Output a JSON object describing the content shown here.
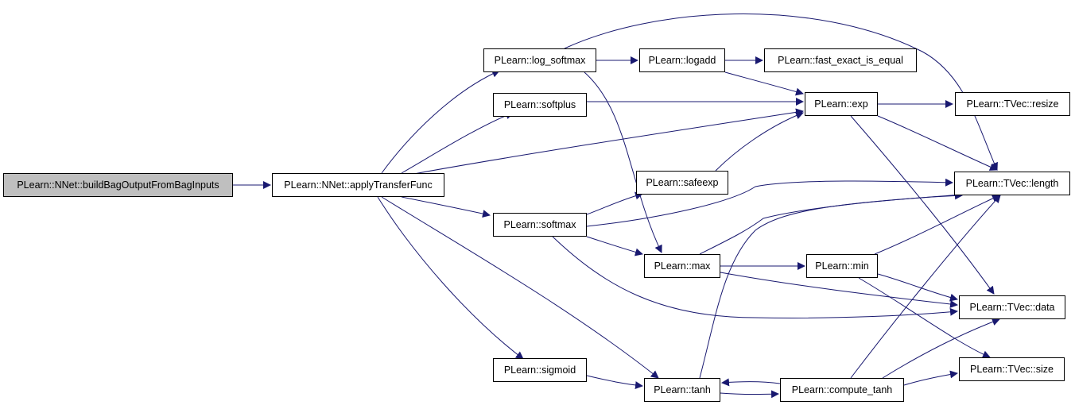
{
  "colors": {
    "edge": "#191970",
    "node_border": "#000000",
    "root_fill": "#bfbfbf",
    "node_fill": "#ffffff"
  },
  "nodes": {
    "build": {
      "label": "PLearn::NNet::buildBagOutputFromBagInputs"
    },
    "apply": {
      "label": "PLearn::NNet::applyTransferFunc"
    },
    "logsm": {
      "label": "PLearn::log_softmax"
    },
    "softplus": {
      "label": "PLearn::softplus"
    },
    "softmax": {
      "label": "PLearn::softmax"
    },
    "sigmoid": {
      "label": "PLearn::sigmoid"
    },
    "logadd": {
      "label": "PLearn::logadd"
    },
    "fastequal": {
      "label": "PLearn::fast_exact_is_equal"
    },
    "exp": {
      "label": "PLearn::exp"
    },
    "safeexp": {
      "label": "PLearn::safeexp"
    },
    "max": {
      "label": "PLearn::max"
    },
    "min": {
      "label": "PLearn::min"
    },
    "tanh": {
      "label": "PLearn::tanh"
    },
    "ctanh": {
      "label": "PLearn::compute_tanh"
    },
    "resize": {
      "label": "PLearn::TVec::resize"
    },
    "length": {
      "label": "PLearn::TVec::length"
    },
    "data": {
      "label": "PLearn::TVec::data"
    },
    "size": {
      "label": "PLearn::TVec::size"
    }
  }
}
